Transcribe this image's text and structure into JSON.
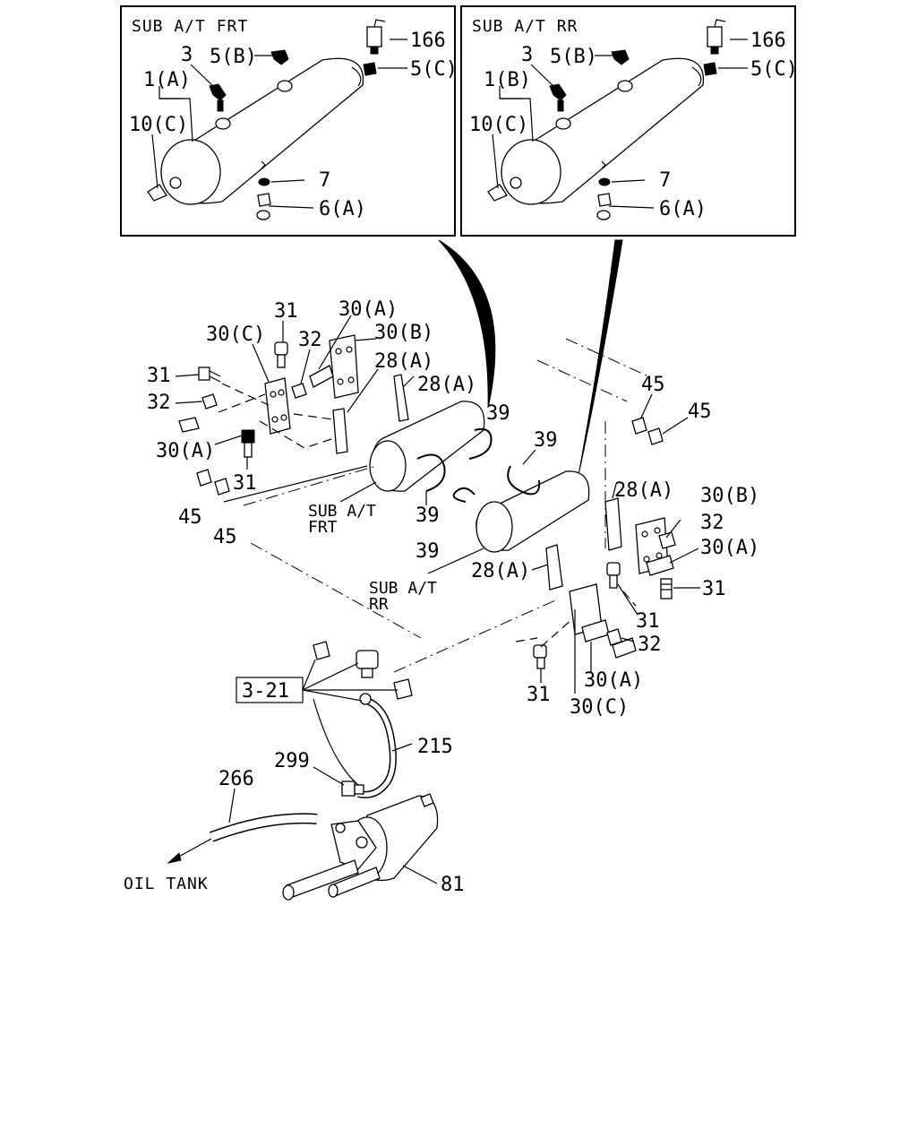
{
  "insets": {
    "front": {
      "title": "SUB A/T FRT",
      "labels": [
        "3",
        "5(B)",
        "166",
        "5(C)",
        "1(A)",
        "10(C)",
        "7",
        "6(A)"
      ]
    },
    "rear": {
      "title": "SUB A/T RR",
      "labels": [
        "3",
        "5(B)",
        "166",
        "5(C)",
        "1(B)",
        "10(C)",
        "7",
        "6(A)"
      ]
    }
  },
  "main": {
    "left_bracket_labels": [
      "31",
      "30(C)",
      "32",
      "30(A)",
      "30(B)",
      "28(A)",
      "31",
      "32",
      "30(A)",
      "31",
      "45",
      "45",
      "28(A)",
      "39"
    ],
    "tank_front_label": [
      "SUB A/T",
      "FRT"
    ],
    "tank_rear_label": [
      "SUB A/T",
      "RR"
    ],
    "center_labels": [
      "39",
      "39",
      "39",
      "45",
      "45",
      "28(A)",
      "28(A)"
    ],
    "right_bracket_labels": [
      "30(B)",
      "32",
      "30(A)",
      "31",
      "31",
      "32",
      "30(A)",
      "31",
      "30(C)"
    ],
    "reference_box": "3-21",
    "lower_labels": [
      "215",
      "299",
      "266",
      "81"
    ],
    "oil_tank": "OIL TANK"
  }
}
